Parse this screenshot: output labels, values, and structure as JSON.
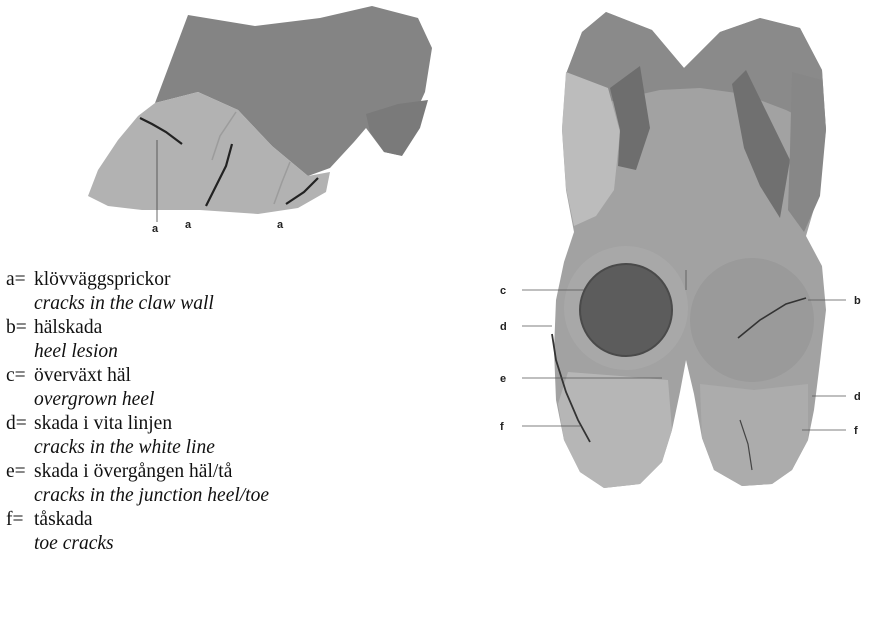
{
  "callouts": {
    "side_a1": "a",
    "side_a2": "a",
    "side_a3": "a",
    "c": "c",
    "d_left": "d",
    "e": "e",
    "f_left": "f",
    "b": "b",
    "d_right": "d",
    "f_right": "f"
  },
  "legend": [
    {
      "key": "a=",
      "swedish": "klövväggsprickor",
      "english": "cracks in the claw wall"
    },
    {
      "key": "b=",
      "swedish": "hälskada",
      "english": "heel lesion"
    },
    {
      "key": "c=",
      "swedish": "överväxt häl",
      "english": "overgrown heel"
    },
    {
      "key": "d=",
      "swedish": "skada i vita linjen",
      "english": "cracks in the white line"
    },
    {
      "key": "e=",
      "swedish": "skada i övergången häl/tå",
      "english": "cracks in the junction heel/toe"
    },
    {
      "key": "f=",
      "swedish": "tåskada",
      "english": "toe cracks"
    }
  ]
}
